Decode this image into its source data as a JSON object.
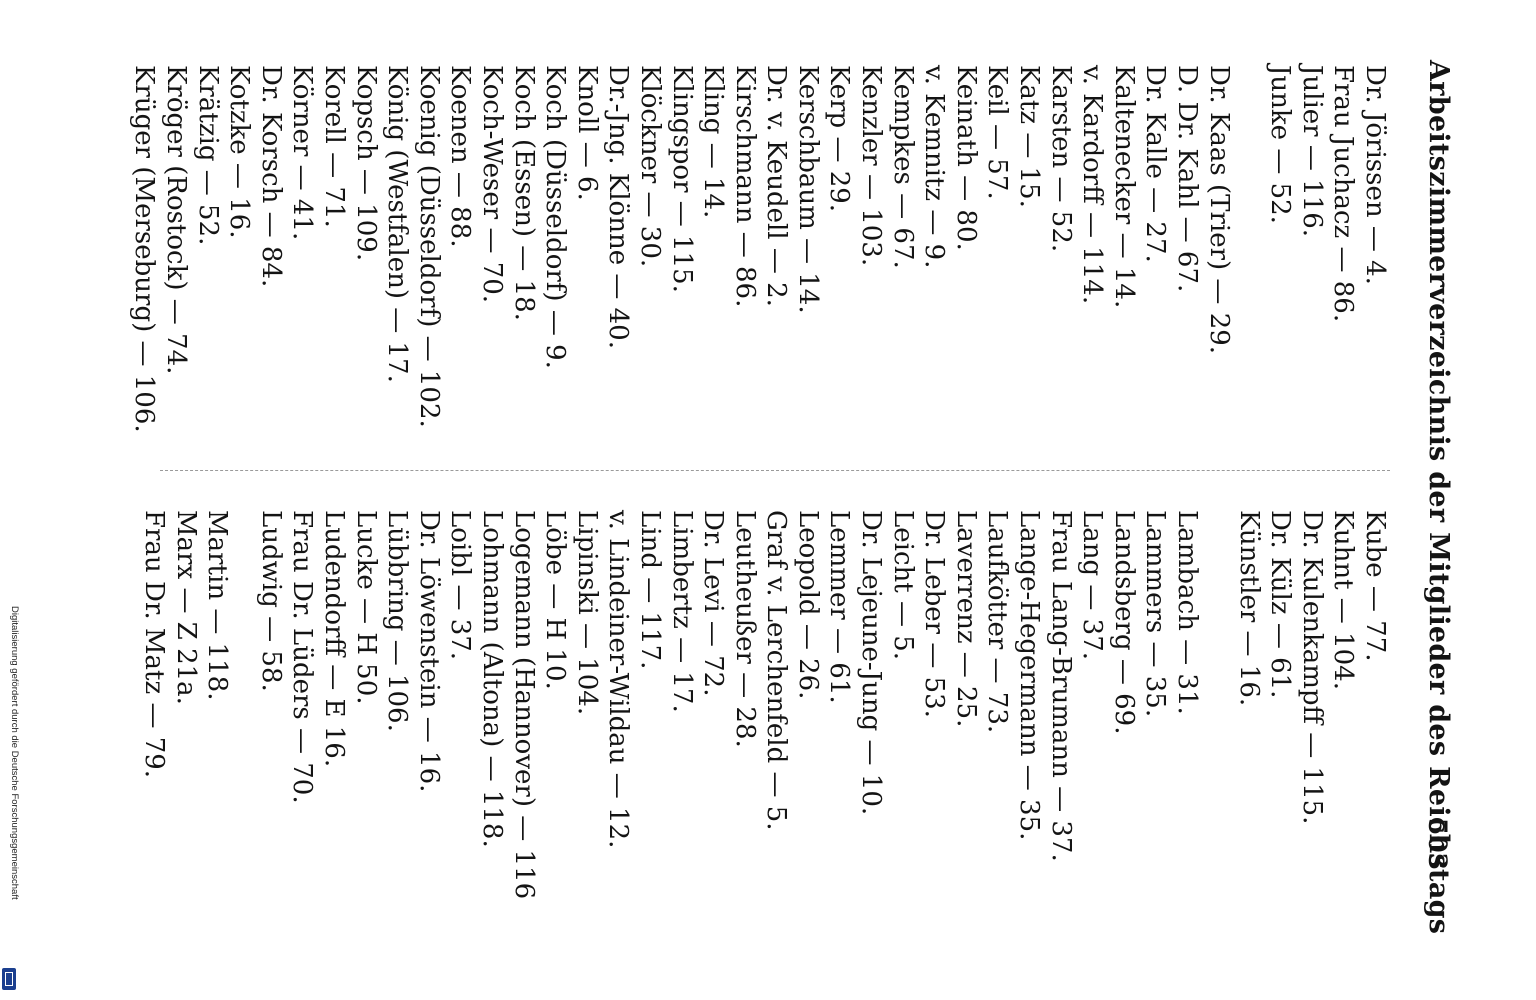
{
  "header": {
    "title": "Arbeitszimmerverzeichnis der Mitglieder des Reichstags",
    "page_number": "503"
  },
  "margin_note": "Digitalisierung gefördert durch die Deutsche Forschungsgemeinschaft",
  "logo_icon": "dfg-logo-icon",
  "columns": {
    "left": [
      "Dr. Jörissen — 4.",
      "Frau Juchacz — 86.",
      "Julier — 116.",
      "Junke — 52.",
      "Dr. Kaas (Trier) — 29.",
      "D. Dr. Kahl — 67.",
      "Dr. Kalle — 27.",
      "Kaltenecker — 14.",
      "v. Kardorff — 114.",
      "Karsten — 52.",
      "Katz — 15.",
      "Keil — 57.",
      "Keinath — 80.",
      "v. Kemnitz — 9.",
      "Kempkes — 67.",
      "Kenzler — 103.",
      "Kerp — 29.",
      "Kerschbaum — 14.",
      "Dr. v. Keudell — 2.",
      "Kirschmann — 86.",
      "Kling — 14.",
      "Klingspor — 115.",
      "Klöckner — 30.",
      "Dr.-Jng. Klönne — 40.",
      "Knoll — 6.",
      "Koch (Düsseldorf) — 9.",
      "Koch (Essen) — 18.",
      "Koch-Weser — 70.",
      "Koenen — 88.",
      "Koenig (Düsseldorf) — 102.",
      "König (Westfalen) — 17.",
      "Kopsch — 109.",
      "Korell — 71.",
      "Körner — 41.",
      "Dr. Korsch — 84.",
      "Kotzke — 16.",
      "Krätzig — 52.",
      "Kröger (Rostock) — 74.",
      "Krüger (Merseburg) — 106."
    ],
    "right": [
      "Kube — 77.",
      "Kuhnt — 104.",
      "Dr. Kulenkampff — 115.",
      "Dr. Külz — 61.",
      "Künstler — 16.",
      "Lambach — 31.",
      "Lammers — 35.",
      "Landsberg — 69.",
      "Lang — 37.",
      "Frau Lang-Brumann — 37.",
      "Lange-Hegermann — 35.",
      "Laufkötter — 73.",
      "Laverrenz — 25.",
      "Dr. Leber — 53.",
      "Leicht — 5.",
      "Dr. Lejeune-Jung — 10.",
      "Lemmer — 61.",
      "Leopold — 26.",
      "Graf v. Lerchenfeld — 5.",
      "Leutheußer — 28.",
      "Dr. Levi — 72.",
      "Limbertz — 17.",
      "Lind — 117.",
      "v. Lindeiner-Wildau — 12.",
      "Lipinski — 104.",
      "Löbe — H 10.",
      "Logemann (Hannover) — 116",
      "Lohmann (Altona) — 118.",
      "Loibl — 37.",
      "Dr. Löwenstein — 16.",
      "Lübbring — 106.",
      "Lucke — H 50.",
      "Ludendorff — E 16.",
      "Frau Dr. Lüders — 70.",
      "Ludwig — 58.",
      "Martin — 118.",
      "Marx — Z 21a.",
      "Frau Dr. Matz — 79."
    ]
  }
}
